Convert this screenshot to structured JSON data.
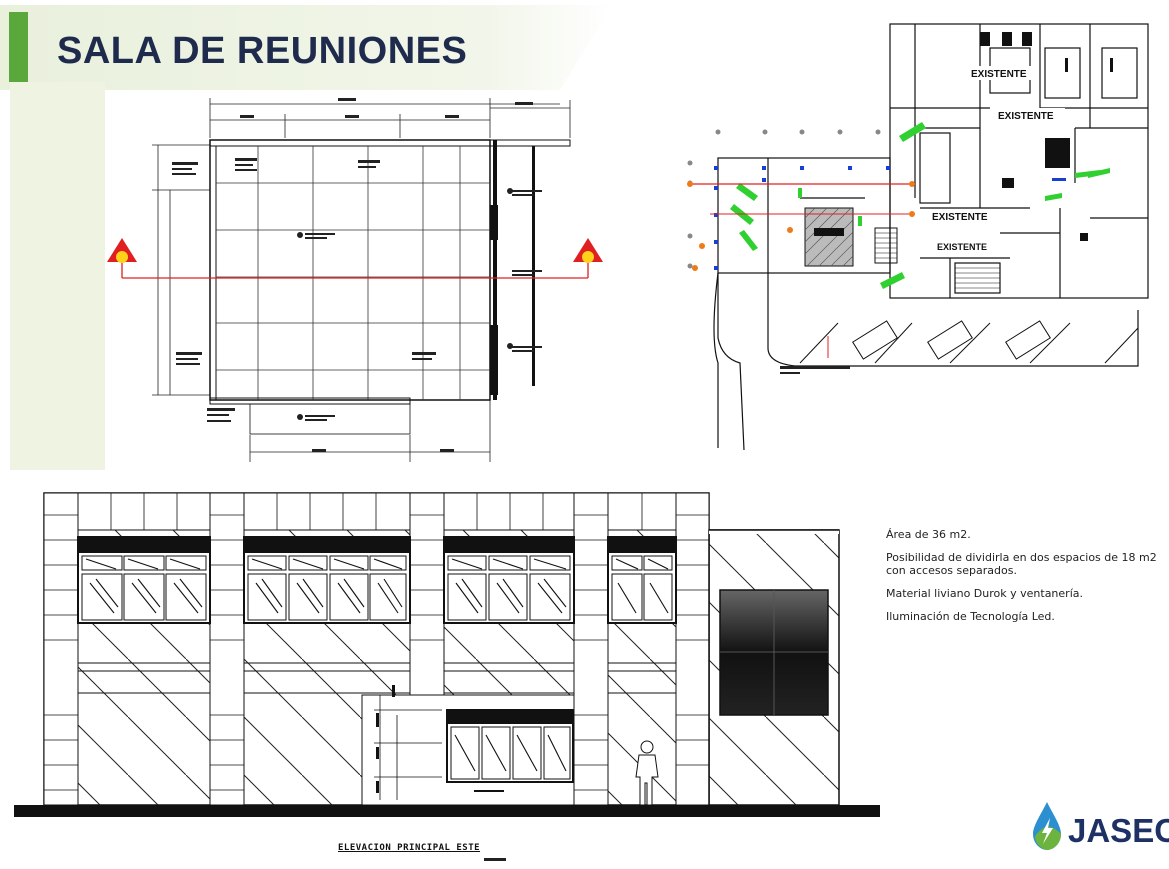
{
  "slide": {
    "title": "SALA DE REUNIONES"
  },
  "colors": {
    "title_text": "#1f2b4d",
    "accent_bar": "#5aa83c",
    "band": "#eef3e2",
    "logo_text": "#1e3164",
    "logo_drop_blue": "#2b8fd0",
    "logo_drop_green": "#6cb33f"
  },
  "notes": [
    "Área de 36 m2.",
    "Posibilidad de dividirla en dos espacios de 18 m2 con accesos separados.",
    "Material liviano Durok y ventanería.",
    "Iluminación de Tecnología Led."
  ],
  "floor_plan_labels": {
    "existing_1": "EXISTENTE",
    "existing_2": "EXISTENTE",
    "existing_3": "EXISTENTE",
    "existing_4": "EXISTENTE"
  },
  "elevation": {
    "caption": "ELEVACION PRINCIPAL ESTE"
  },
  "logo": {
    "text": "JASEC",
    "icon": "water-drop-bolt-icon"
  }
}
